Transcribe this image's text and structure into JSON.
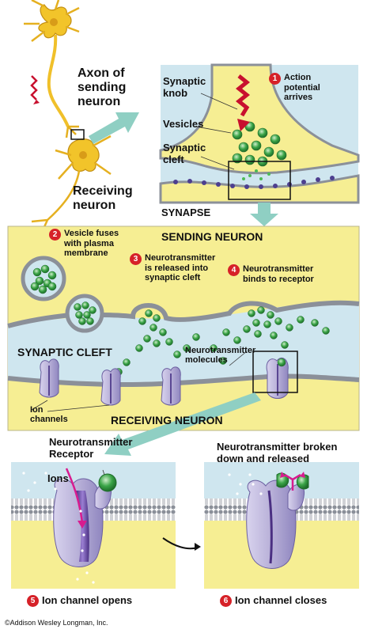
{
  "top": {
    "axon_label": "Axon of sending neuron",
    "axon_label_lines": [
      "Axon of",
      "sending",
      "neuron"
    ],
    "receiving_label_lines": [
      "Receiving",
      "neuron"
    ],
    "synaptic_knob": [
      "Synaptic",
      "knob"
    ],
    "vesicles": "Vesicles",
    "synaptic_cleft": [
      "Synaptic",
      "cleft"
    ],
    "synapse": "SYNAPSE",
    "step1": {
      "num": "1",
      "lines": [
        "Action",
        "potential",
        "arrives"
      ]
    }
  },
  "middle": {
    "sending_neuron": "SENDING NEURON",
    "synaptic_cleft": "SYNAPTIC CLEFT",
    "receiving_neuron": "RECEIVING NEURON",
    "nt_molecules": [
      "Neurotransmitter",
      "molecules"
    ],
    "ion_channels": [
      "Ion",
      "channels"
    ],
    "step2": {
      "num": "2",
      "lines": [
        "Vesicle fuses",
        "with plasma",
        "membrane"
      ]
    },
    "step3": {
      "num": "3",
      "lines": [
        "Neurotransmitter",
        "is released into",
        "synaptic cleft"
      ]
    },
    "step4": {
      "num": "4",
      "lines": [
        "Neurotransmitter",
        "binds to receptor"
      ]
    }
  },
  "bottom": {
    "nt_receptor": [
      "Neurotransmitter",
      "Receptor"
    ],
    "ions": "Ions",
    "nt_broken": [
      "Neurotransmitter broken",
      "down and released"
    ],
    "step5": {
      "num": "5",
      "text": "Ion channel opens"
    },
    "step6": {
      "num": "6",
      "text": "Ion channel closes"
    }
  },
  "copyright": "©Addison Wesley Longman, Inc.",
  "colors": {
    "cytoplasm": "#f6ee93",
    "cleft": "#cfe6ef",
    "membrane": "#8b9099",
    "vesicle": "#2f8f3a",
    "step_badge": "#d62128",
    "arrow": "#8fcfc3",
    "channel": "#b9b2d6",
    "channel_dark": "#6b4f9e"
  }
}
